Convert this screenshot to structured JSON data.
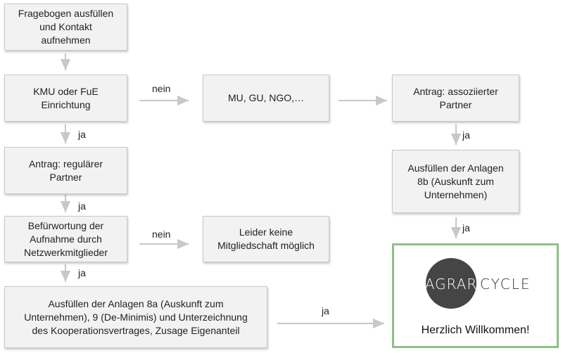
{
  "boxes": {
    "fragebogen": "Fragebogen ausfüllen\nund Kontakt\naufnehmen",
    "kmu": "KMU oder FuE\nEinrichtung",
    "mu": "MU, GU, NGO,…",
    "antrag_assoziiert": "Antrag: assoziierter\nPartner",
    "antrag_regulaer": "Antrag: regulärer\nPartner",
    "anlagen_8b": "Ausfüllen der Anlagen\n8b (Auskunft zum\nUnternehmen)",
    "befuerwortung": "Befürwortung der\nAufnahme durch\nNetzwerkmitglieder",
    "leider": "Leider keine\nMitgliedschaft möglich",
    "anlagen_8a": "Ausfüllen der Anlagen 8a (Auskunft zum\nUnternehmen), 9 (De-Minimis) und Unterzeichnung\ndes Kooperationsvertrages, Zusage Eigenanteil"
  },
  "labels": {
    "nein_1": "nein",
    "ja_1": "ja",
    "ja_2": "ja",
    "ja_3": "ja",
    "nein_2": "nein",
    "ja_4": "ja",
    "ja_5": "ja",
    "ja_6": "ja"
  },
  "final": {
    "logo_left": "AGRAR",
    "logo_right": "CYCLE",
    "welcome": "Herzlich Willkommen!"
  },
  "colors": {
    "box_fill": "#f2f2f2",
    "arrow": "#c8c8c8",
    "final_border": "#8fbf8a",
    "logo_circle": "#454545"
  }
}
